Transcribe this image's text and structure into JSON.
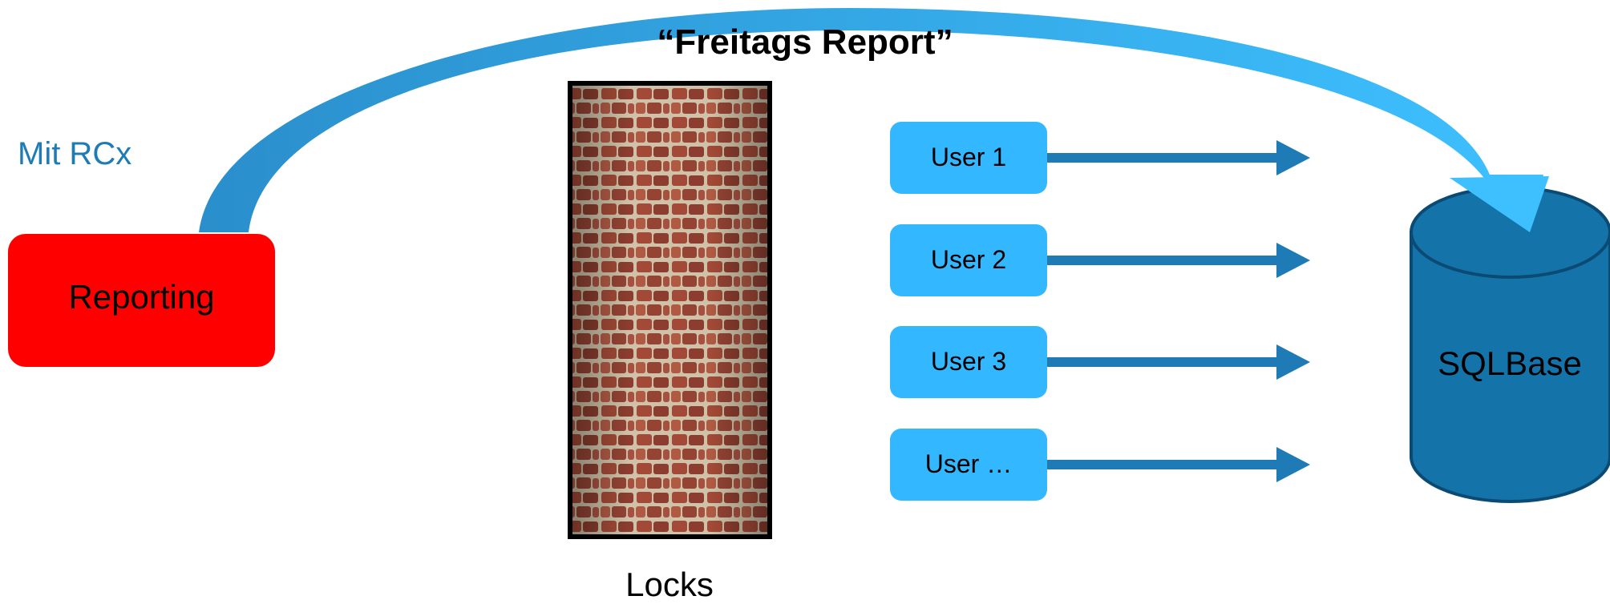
{
  "title": "“Freitags Report”",
  "source": {
    "label": "Reporting",
    "annotation": "Mit RCx",
    "color": "#ff0000"
  },
  "barrier": {
    "label": "Locks"
  },
  "users": [
    {
      "label": "User 1"
    },
    {
      "label": "User 2"
    },
    {
      "label": "User 3"
    },
    {
      "label": "User …"
    }
  ],
  "database": {
    "label": "SQLBase",
    "color": "#1474aa"
  },
  "colors": {
    "user_box": "#33b8ff",
    "arrow": "#1f7bb5",
    "curve_dark": "#2a8fcc",
    "curve_light": "#3ec0ff"
  }
}
